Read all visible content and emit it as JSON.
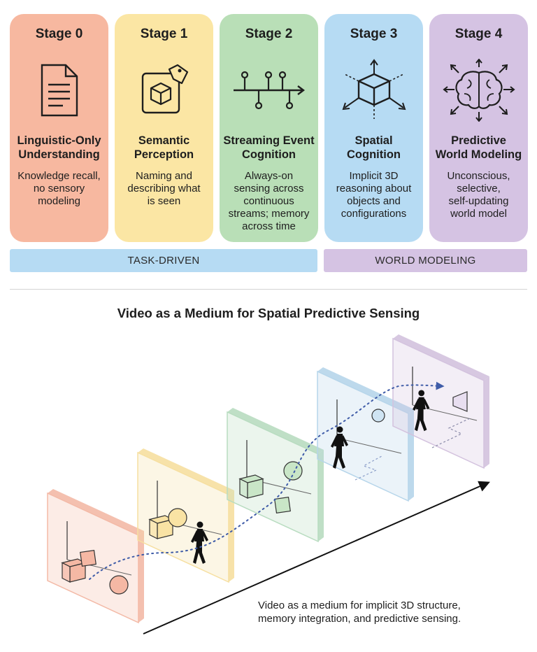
{
  "stages": [
    {
      "label": "Stage 0",
      "title_lines": [
        "Linguistic-Only",
        "Understanding"
      ],
      "desc_lines": [
        "Knowledge recall,",
        "no sensory",
        "modeling"
      ],
      "color": "#f7b8a0",
      "icon": "document-icon"
    },
    {
      "label": "Stage 1",
      "title_lines": [
        "Semantic",
        "Perception"
      ],
      "desc_lines": [
        "Naming and",
        "describing what",
        "is seen"
      ],
      "color": "#fbe6a4",
      "icon": "tagged-cube-icon"
    },
    {
      "label": "Stage 2",
      "title_lines": [
        "Streaming Event",
        "Cognition"
      ],
      "desc_lines": [
        "Always-on",
        "sensing across",
        "continuous",
        "streams; memory",
        "across time"
      ],
      "color": "#b9dfb7",
      "icon": "timeline-icon"
    },
    {
      "label": "Stage 3",
      "title_lines": [
        "Spatial",
        "Cognition"
      ],
      "desc_lines": [
        "Implicit 3D",
        "reasoning about",
        "objects and",
        "configurations"
      ],
      "color": "#b6dbf3",
      "icon": "3d-cube-axes-icon"
    },
    {
      "label": "Stage 4",
      "title_lines": [
        "Predictive",
        "World Modeling"
      ],
      "desc_lines": [
        "Unconscious,",
        "selective,",
        "self-updating",
        "world model"
      ],
      "color": "#d5c3e3",
      "icon": "brain-arrows-icon"
    }
  ],
  "bands": {
    "task_driven": {
      "label": "TASK-DRIVEN",
      "color": "#b6dbf3"
    },
    "world_modeling": {
      "label": "WORLD MODELING",
      "color": "#d5c3e3"
    }
  },
  "diagram": {
    "title": "Video as a Medium for Spatial Predictive Sensing",
    "caption_lines": [
      "Video as a medium for implicit 3D structure,",
      "memory integration, and predictive sensing."
    ],
    "frame_colors": [
      "#f3b9a6",
      "#f6dfa0",
      "#b8dcc0",
      "#b6d5ea",
      "#d3c2de"
    ],
    "path_color": "#3f5ca8"
  }
}
